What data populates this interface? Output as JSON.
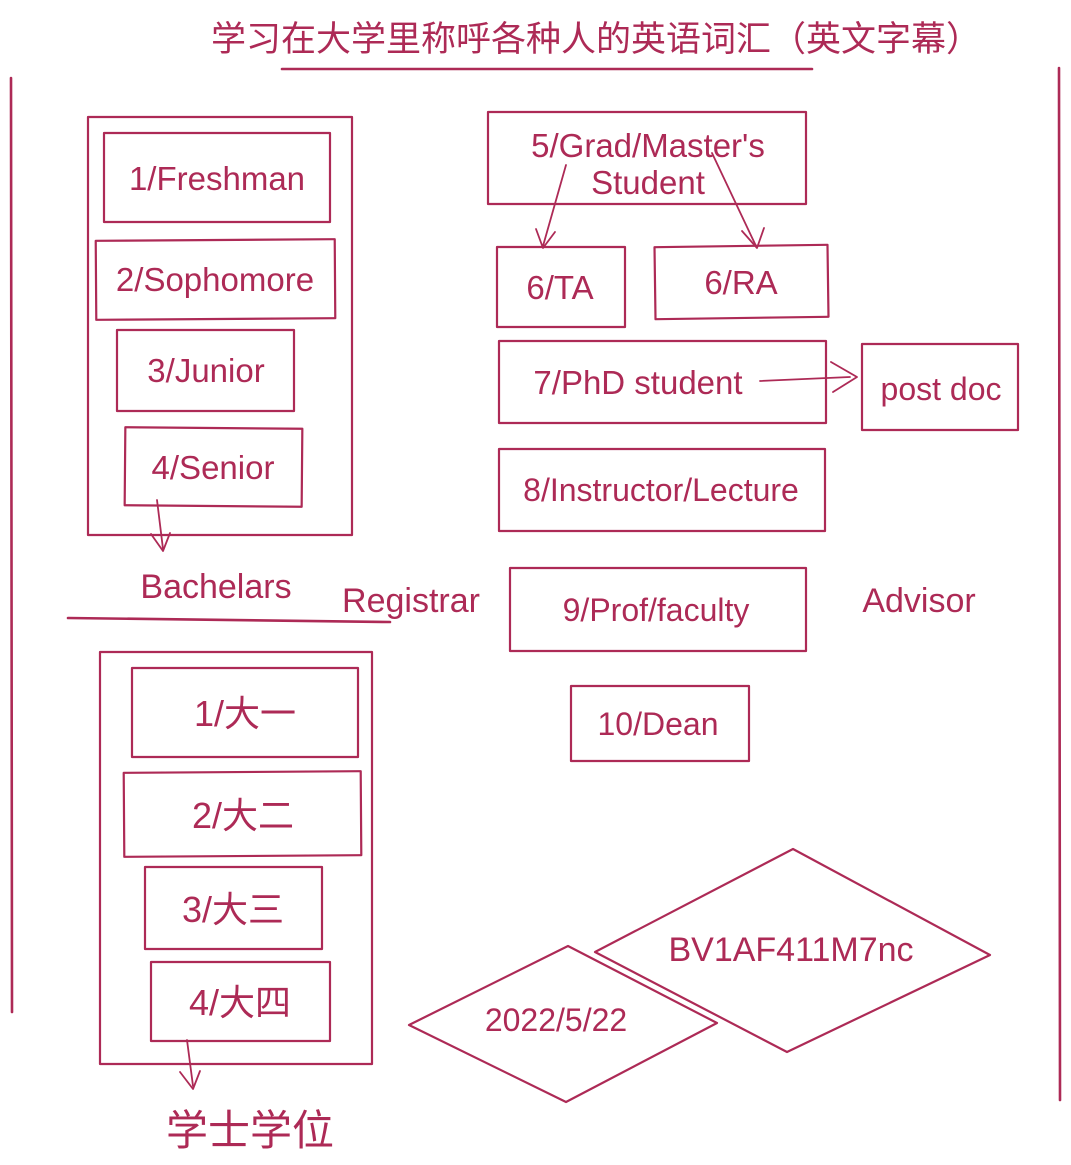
{
  "title": "学习在大学里称呼各种人的英语词汇（英文字幕）",
  "undergrad": {
    "items": [
      "1/Freshman",
      "2/Sophomore",
      "3/Junior",
      "4/Senior"
    ],
    "caption": "Bachelars"
  },
  "terms": {
    "registrar": "Registrar",
    "advisor": "Advisor",
    "grad_line1": "5/Grad/Master's",
    "grad_line2": "Student",
    "ta": "6/TA",
    "ra": "6/RA",
    "phd": "7/PhD student",
    "postdoc": "post doc",
    "instructor": "8/Instructor/Lecture",
    "prof": "9/Prof/faculty",
    "dean": "10/Dean"
  },
  "undergrad_cn": {
    "items": [
      "1/大一",
      "2/大二",
      "3/大三",
      "4/大四"
    ],
    "caption": "学士学位"
  },
  "footer": {
    "date": "2022/5/22",
    "video_id": "BV1AF411M7nc"
  },
  "colors": {
    "accent": "#ad2a56",
    "hatch_light": "#c6c9cd",
    "hatch_dense": "#a9adb4",
    "hatch_diamond": "#b9bcc1"
  }
}
